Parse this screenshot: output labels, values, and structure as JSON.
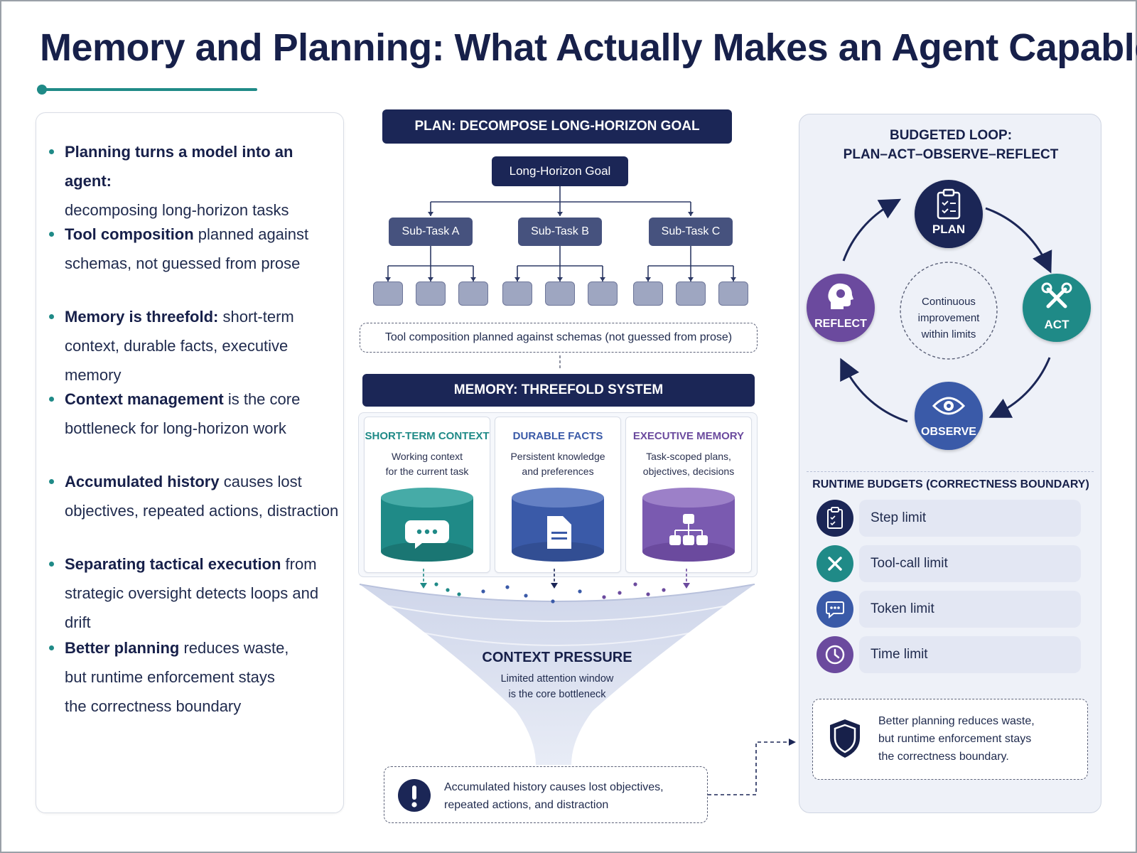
{
  "title": "Memory and Planning: What Actually Makes an Agent Capable",
  "left_bullets": [
    {
      "bold": "Planning turns a model into an agent:",
      "rest_1": "",
      "rest_2": "decomposing long-horizon tasks",
      "rest_3": ""
    },
    {
      "bold": "Tool composition",
      "rest_1": " planned against",
      "rest_2": "schemas, not guessed from prose",
      "rest_3": ""
    },
    {
      "bold": "Memory is threefold:",
      "rest_1": " short-term",
      "rest_2": "context, durable facts, executive memory",
      "rest_3": ""
    },
    {
      "bold": "Context management",
      "rest_1": " is the core",
      "rest_2": "bottleneck for long-horizon work",
      "rest_3": ""
    },
    {
      "bold": "Accumulated history",
      "rest_1": " causes lost",
      "rest_2": "objectives, repeated actions, distraction",
      "rest_3": ""
    },
    {
      "bold": "Separating tactical execution",
      "rest_1": " from",
      "rest_2": "strategic oversight detects loops and drift",
      "rest_3": ""
    },
    {
      "bold": "Better planning",
      "rest_1": " reduces waste,",
      "rest_2": "but runtime enforcement stays",
      "rest_3": "the correctness boundary"
    }
  ],
  "plan": {
    "header": "PLAN: DECOMPOSE LONG-HORIZON GOAL",
    "goal": "Long-Horizon Goal",
    "subtasks": [
      "Sub-Task A",
      "Sub-Task B",
      "Sub-Task C"
    ],
    "tool_note": "Tool composition planned against schemas (not guessed from prose)"
  },
  "memory": {
    "header": "MEMORY: THREEFOLD SYSTEM",
    "columns": [
      {
        "title": "SHORT-TERM CONTEXT",
        "line1": "Working context",
        "line2": "for the current task",
        "color": "#1f8a87",
        "icon": "chat-bubble-icon"
      },
      {
        "title": "DURABLE FACTS",
        "line1": "Persistent knowledge",
        "line2": "and preferences",
        "color": "#3a5aa8",
        "icon": "document-icon"
      },
      {
        "title": "EXECUTIVE MEMORY",
        "line1": "Task-scoped plans,",
        "line2": "objectives, decisions",
        "color": "#6b4a9e",
        "icon": "hierarchy-icon"
      }
    ]
  },
  "funnel": {
    "title": "CONTEXT PRESSURE",
    "line1": "Limited attention window",
    "line2": "is the core bottleneck"
  },
  "warning": {
    "line1": "Accumulated history causes lost objectives,",
    "line2": "repeated actions, and distraction"
  },
  "loop": {
    "title1": "BUDGETED LOOP:",
    "title2": "PLAN–ACT–OBSERVE–REFLECT",
    "plan": "PLAN",
    "act": "ACT",
    "observe": "OBSERVE",
    "reflect": "REFLECT",
    "center1": "Continuous",
    "center2": "improvement",
    "center3": "within limits"
  },
  "budgets": {
    "header": "RUNTIME BUDGETS (CORRECTNESS BOUNDARY)",
    "items": [
      "Step limit",
      "Tool-call limit",
      "Token limit",
      "Time limit"
    ]
  },
  "boundary_note": {
    "line1": "Better planning reduces waste,",
    "line2": "but runtime enforcement stays",
    "line3": "the correctness boundary."
  },
  "colors": {
    "navy": "#1b2656",
    "teal": "#1f8a87",
    "blue": "#3a5aa8",
    "purple": "#6b4a9e",
    "slate": "#46527e"
  }
}
